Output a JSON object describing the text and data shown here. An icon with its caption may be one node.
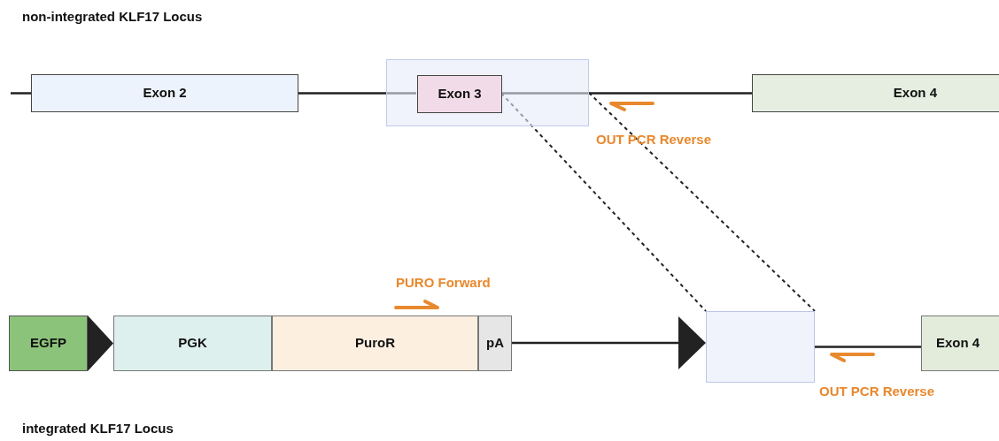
{
  "diagram": {
    "nodes": [
      {
        "text": [
          "Exon 2"
        ]
      },
      {
        "text": [],
        "shape": "box"
      },
      {
        "text": [
          "Exon 3"
        ],
        "in": 1
      },
      {
        "text": [
          "Exon 4"
        ]
      },
      {
        "text": [
          "EGFP"
        ]
      },
      {
        "text": [],
        "shape": "triangle"
      },
      {
        "text": [
          "PGK"
        ]
      },
      {
        "text": [
          "PuroR"
        ]
      },
      {
        "text": [
          "pA"
        ]
      },
      {
        "text": [],
        "shape": "triangle"
      },
      {
        "text": [],
        "shape": "box"
      },
      {
        "text": [
          "Exon 4"
        ]
      }
    ],
    "edges": [
      {
        "from": null,
        "to": 0,
        "arrow": "none"
      },
      {
        "from": 0,
        "to": 2,
        "arrow": "none"
      },
      {
        "from": 2,
        "to": 3,
        "arrow": "none"
      },
      {
        "from": 8,
        "to": 9,
        "arrow": "none"
      },
      {
        "from": 10,
        "to": 11,
        "arrow": "none"
      },
      {
        "from": 2,
        "to": 10,
        "arrow": "none",
        "style": "dashed"
      },
      {
        "from": 1,
        "to": 10,
        "arrow": "none",
        "style": "dashed"
      }
    ],
    "labels": [
      "non-integrated KLF17 Locus",
      "OUT PCR Reverse",
      "PURO Forward",
      "OUT PCR Reverse",
      "integrated KLF17 Locus"
    ]
  }
}
